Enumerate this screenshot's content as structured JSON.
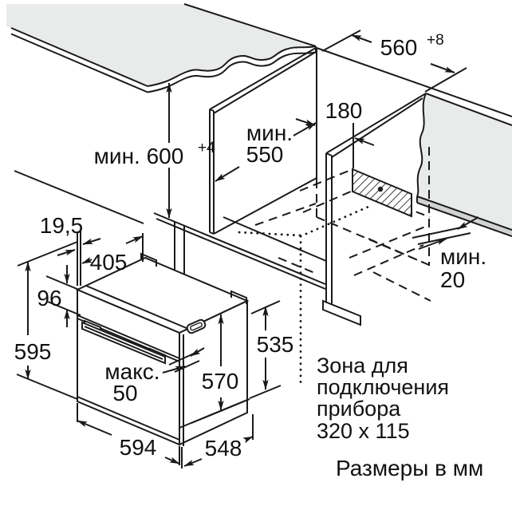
{
  "diagram": {
    "title_semantic": "oven-built-in-installation-dimensions",
    "units_note": "Размеры в мм",
    "connection_zone_note": {
      "line1": "Зона для",
      "line2": "подключения",
      "line3": "прибора",
      "line4": "320 x 115"
    },
    "dims": {
      "niche_height": {
        "text": "мин. 600",
        "sup": "+4"
      },
      "niche_width": {
        "text": "560",
        "sup": "+8"
      },
      "niche_depth": {
        "word": "мин.",
        "value": "550"
      },
      "conn_offset": {
        "value": "180"
      },
      "rear_gap": {
        "word": "мин.",
        "value": "20"
      },
      "front_overhang": {
        "value": "19,5"
      },
      "top_depth": {
        "value": "405"
      },
      "panel_height": {
        "value": "96"
      },
      "oven_height": {
        "value": "595"
      },
      "handle_depth": {
        "word": "макс.",
        "value": "50"
      },
      "body_height": {
        "value": "570"
      },
      "rear_height": {
        "value": "535"
      },
      "oven_width": {
        "value": "594"
      },
      "oven_depth": {
        "value": "548"
      }
    },
    "colors": {
      "line": "#1a1a1a",
      "surface": "#e9eaea",
      "edge": "#d2d4d4",
      "background": "#ffffff"
    }
  }
}
